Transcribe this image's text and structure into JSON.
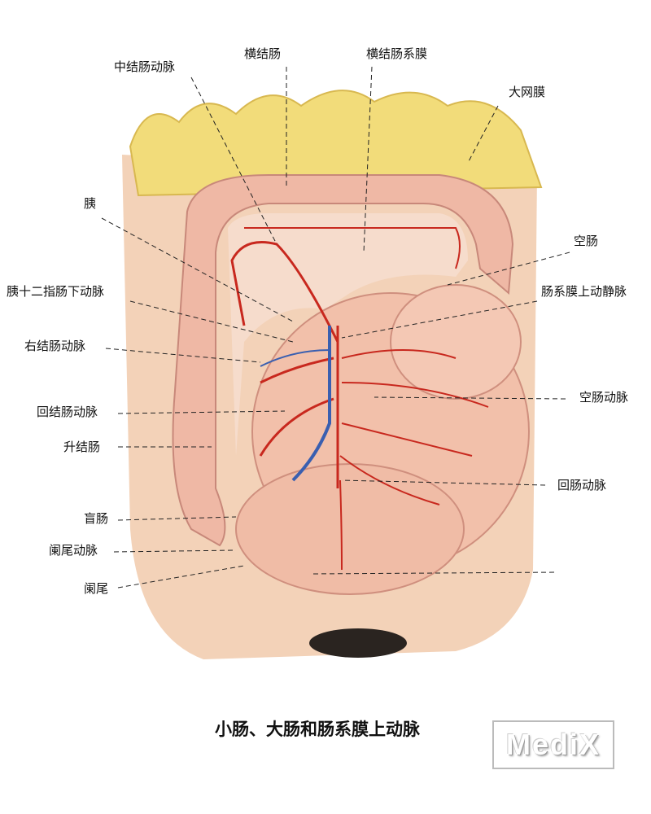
{
  "title": "小肠、大肠和肠系膜上动脉",
  "logo_text": "MediX",
  "labels": {
    "middle_colic_artery": "中结肠动脉",
    "transverse_colon": "横结肠",
    "transverse_mesocolon": "横结肠系膜",
    "greater_omentum": "大网膜",
    "pancreas": "胰",
    "jejunum": "空肠",
    "inferior_pancreaticoduodenal_artery": "胰十二指肠下动脉",
    "superior_mesenteric_vessels": "肠系膜上动静脉",
    "right_colic_artery": "右结肠动脉",
    "jejunal_arteries": "空肠动脉",
    "ileocolic_artery": "回结肠动脉",
    "ascending_colon": "升结肠",
    "ileal_arteries": "回肠动脉",
    "cecum": "盲肠",
    "appendicular_artery": "阑尾动脉",
    "appendix": "阑尾"
  },
  "colors": {
    "artery": "#c8281e",
    "vein": "#3a5fb0",
    "tissue": "#f0c2a8",
    "omentum": "#f2dc7a"
  }
}
